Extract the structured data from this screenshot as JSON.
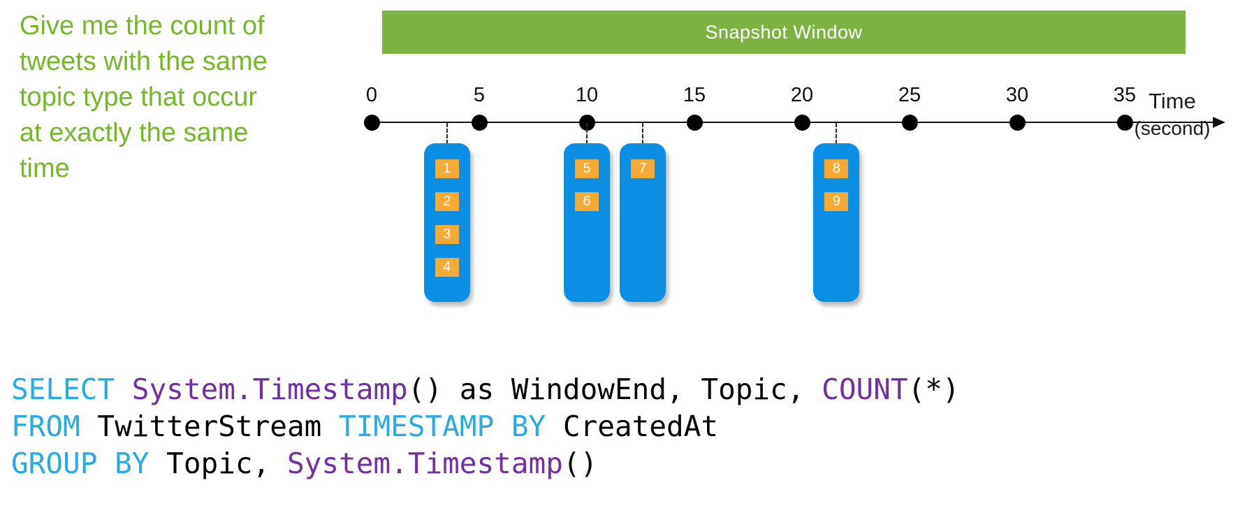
{
  "colors": {
    "annotation_green": "#76B72A",
    "bar_green": "#7CB342",
    "window_blue": "#0A8FE4",
    "event_orange": "#F7A932",
    "sql_keyword_cyan": "#28AAE6",
    "sql_function_purple": "#7030A0",
    "sql_plain_black": "#000000"
  },
  "annotation": {
    "lines": [
      "Give me the count of",
      "tweets with the same",
      "topic type that occur",
      "at exactly the same",
      "time"
    ]
  },
  "snapshot_bar": {
    "label": "Snapshot Window"
  },
  "timeline": {
    "tick_labels": [
      "0",
      "5",
      "10",
      "15",
      "20",
      "25",
      "30",
      "35"
    ],
    "tick_values": [
      0,
      5,
      10,
      15,
      20,
      25,
      30,
      35
    ],
    "axis_label_line1": "Time",
    "axis_label_line2": "(second)",
    "unit": "second"
  },
  "windows": [
    {
      "time_seconds": 3.5,
      "events": [
        "1",
        "2",
        "3",
        "4"
      ]
    },
    {
      "time_seconds": 10,
      "events": [
        "5",
        "6"
      ]
    },
    {
      "time_seconds": 12.6,
      "events": [
        "7"
      ]
    },
    {
      "time_seconds": 21.6,
      "events": [
        "8",
        "9"
      ]
    }
  ],
  "sql": {
    "lines": [
      [
        {
          "text": "SELECT",
          "color": "keyword"
        },
        {
          "text": " ",
          "color": "plain"
        },
        {
          "text": "System.Timestamp",
          "color": "function"
        },
        {
          "text": "() as WindowEnd, Topic, ",
          "color": "plain"
        },
        {
          "text": "COUNT",
          "color": "function"
        },
        {
          "text": "(*)",
          "color": "plain"
        }
      ],
      [
        {
          "text": "FROM",
          "color": "keyword"
        },
        {
          "text": " TwitterStream ",
          "color": "plain"
        },
        {
          "text": "TIMESTAMP BY",
          "color": "keyword"
        },
        {
          "text": " CreatedAt",
          "color": "plain"
        }
      ],
      [
        {
          "text": "GROUP BY",
          "color": "keyword"
        },
        {
          "text": " Topic, ",
          "color": "plain"
        },
        {
          "text": "System.Timestamp",
          "color": "function"
        },
        {
          "text": "()",
          "color": "plain"
        }
      ]
    ]
  }
}
